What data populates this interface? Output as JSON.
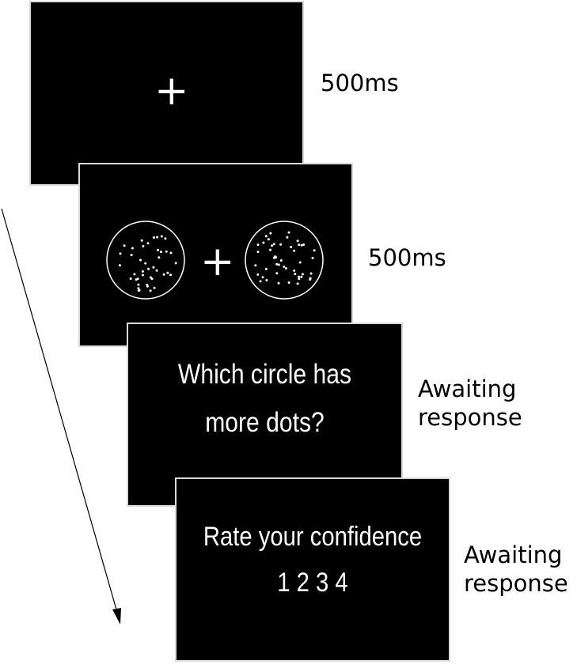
{
  "screens": [
    {
      "id": "fixation",
      "symbol": "+",
      "duration": "500ms"
    },
    {
      "id": "dots",
      "symbol": "+",
      "duration": "500ms"
    },
    {
      "id": "question",
      "text_lines": [
        "Which circle has",
        "more dots?"
      ],
      "duration_lines": [
        "Awaiting",
        "response"
      ]
    },
    {
      "id": "confidence",
      "text_lines": [
        "Rate your confidence",
        "1 2 3 4"
      ],
      "duration_lines": [
        "Awaiting",
        "response"
      ]
    }
  ],
  "colors": {
    "screen_background": "#000000",
    "screen_border": "#d9d9d9",
    "screen_foreground": "#ffffff",
    "label_text": "#000000"
  },
  "icons": {
    "fixation": "plus-cross-icon",
    "time_arrow": "arrow-down-right-icon"
  }
}
